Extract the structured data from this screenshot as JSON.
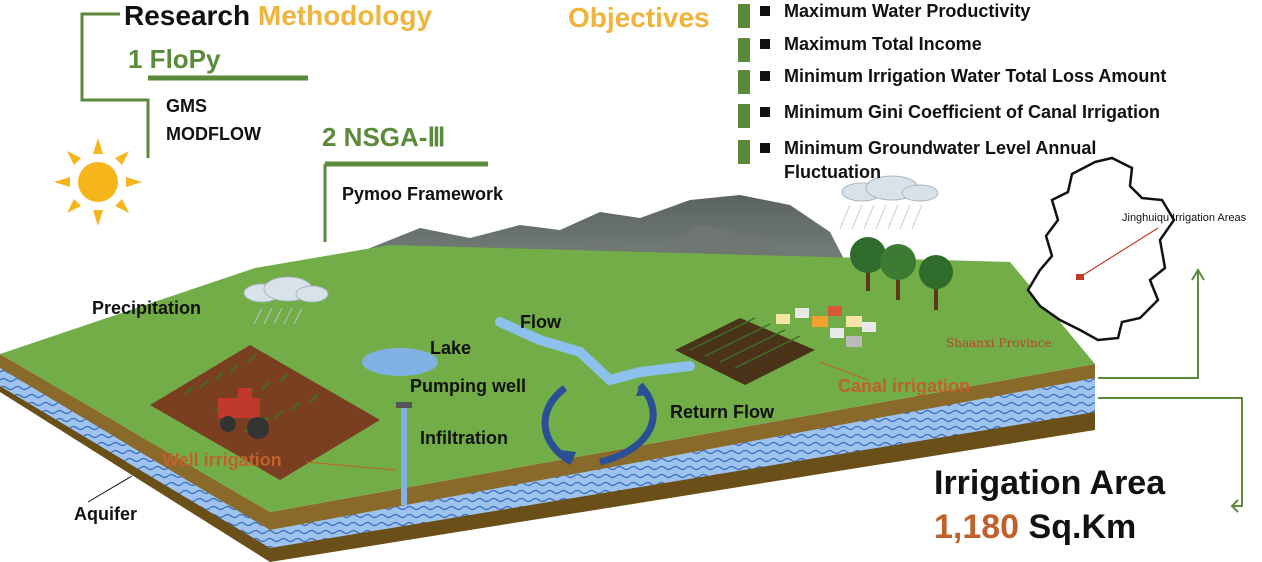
{
  "colors": {
    "green": "#5a8a3a",
    "gold": "#f0b43c",
    "orange": "#c0602a",
    "grass": "#72ad48",
    "water": "#8fb8e8",
    "soil": "#8a6a2a"
  },
  "methodology": {
    "title_part1": "Research",
    "title_part2": "Methodology",
    "step1": {
      "title": "1  FloPy",
      "line1": "GMS",
      "line2": "MODFLOW"
    },
    "step2": {
      "title": "2 NSGA-Ⅲ",
      "line1": "Pymoo Framework"
    }
  },
  "objectives": {
    "title": "Objectives",
    "items": [
      "Maximum Water Productivity",
      "Maximum Total Income",
      "Minimum Irrigation Water Total Loss Amount",
      "Minimum Gini Coefficient of Canal Irrigation",
      "Minimum Groundwater Level Annual",
      "Fluctuation"
    ]
  },
  "labels": {
    "precipitation": "Precipitation",
    "lake": "Lake",
    "flow": "Flow",
    "pumping_well": "Pumping well",
    "infiltration": "Infiltration",
    "return_flow": "Return Flow",
    "well_irrigation": "Well irrigation",
    "canal_irrigation": "Canal irrigation",
    "aquifer": "Aquifer",
    "province": "Shaanxi Province",
    "irrigation_areas": "Jinghuiqu Irrigation Areas"
  },
  "area": {
    "title": "Irrigation Area",
    "value": "1,180",
    "unit": "Sq.Km"
  }
}
